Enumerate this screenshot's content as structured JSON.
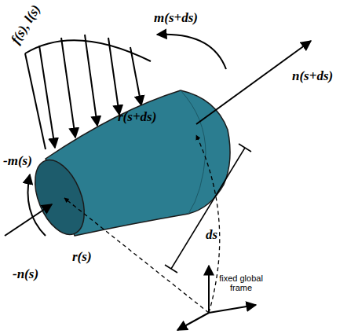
{
  "diagram": {
    "labels": [
      "f(s), l(s)",
      "m(s+ds)",
      "n(s+ds)",
      "r(s+ds)",
      "-m(s)",
      "-n(s)",
      "ds",
      "r(s)",
      "fixed global frame"
    ]
  }
}
